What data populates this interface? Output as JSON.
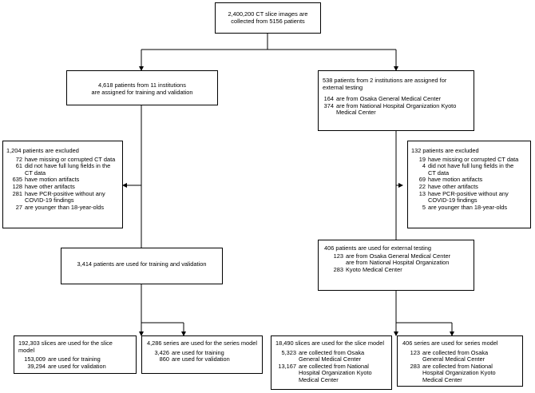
{
  "top": {
    "line1": "2,400,200 CT slice images are",
    "line2": "collected from 5156 patients"
  },
  "left_assign": {
    "line1": "4,618 patients from 11 institutions",
    "line2": "are assigned for training and validation"
  },
  "right_assign": {
    "line1": "538 patients from 2 institutions are assigned for",
    "line2": "external testing",
    "items": [
      {
        "n": "164",
        "t": "are from Osaka General Medical Center"
      },
      {
        "n": "374",
        "t": "are from National Hospital Organization Kyoto Medical Center"
      }
    ]
  },
  "left_excluded": {
    "header": "1,204 patients are excluded",
    "items": [
      {
        "n": "72",
        "t": "have missing or corrupted CT data"
      },
      {
        "n": "61",
        "t": "did not have full lung fields in the CT data"
      },
      {
        "n": "635",
        "t": "have motion artifacts"
      },
      {
        "n": "128",
        "t": "have other artifacts"
      },
      {
        "n": "281",
        "t": "have PCR-positive without any COVID-19 findings"
      },
      {
        "n": "27",
        "t": "are younger than 18-year-olds"
      }
    ]
  },
  "right_excluded": {
    "header": "132 patients are excluded",
    "items": [
      {
        "n": "19",
        "t": "have missing or corrupted CT data"
      },
      {
        "n": "4",
        "t": "did not have full lung fields in the CT data"
      },
      {
        "n": "69",
        "t": "have motion artifacts"
      },
      {
        "n": "22",
        "t": "have other artifacts"
      },
      {
        "n": "13",
        "t": "have PCR-positive without any COVID-19 findings"
      },
      {
        "n": "5",
        "t": "are younger than 18-year-olds"
      }
    ]
  },
  "left_used": {
    "line1": "3,414 patients are used for training and validation"
  },
  "right_used": {
    "header": "406 patients are used for external testing",
    "item1": {
      "n": "123",
      "t": "are from Osaka General Medical Center"
    },
    "item2_line1": "are from National Hospital Organization",
    "item2_n": "283",
    "item2_line2": "Kyoto Medical Center"
  },
  "slices_train": {
    "header": "192,303 slices are used for the slice model",
    "items": [
      {
        "n": "153,009",
        "t": "are used for training"
      },
      {
        "n": "39,294",
        "t": "are used for validation"
      }
    ]
  },
  "series_train": {
    "header": "4,286 series are used for the series model",
    "items": [
      {
        "n": "3,426",
        "t": "are used for training"
      },
      {
        "n": "860",
        "t": "are used for validation"
      }
    ]
  },
  "slices_test": {
    "header": "18,490 slices are used for the slice model",
    "items": [
      {
        "n": "5,323",
        "t": "are collected from Osaka General Medical Center"
      },
      {
        "n": "13,167",
        "t": "are collected from National Hospital Organization Kyoto Medical Center"
      }
    ]
  },
  "series_test": {
    "header": "406 series are used for series model",
    "items": [
      {
        "n": "123",
        "t": "are collected from Osaka General Medical Center"
      },
      {
        "n": "283",
        "t": "are collected from National Hospital Organization Kyoto Medical Center"
      }
    ]
  }
}
